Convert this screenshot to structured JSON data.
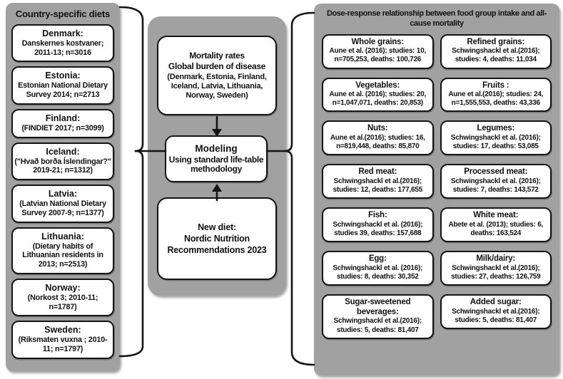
{
  "colors": {
    "panel_gray": "#a1a1a1",
    "box_border": "#141414",
    "box_bg": "#ffffff"
  },
  "left_panel": {
    "title": "Country-specific diets",
    "items": [
      {
        "title": "Denmark:",
        "detail": "Danskernes kostvaner; 2011-13; n=3016"
      },
      {
        "title": "Estonia:",
        "detail": "Estonian National Dietary Survey 2014; n=2713"
      },
      {
        "title": "Finland:",
        "detail": "(FINDIET 2017; n=3099)"
      },
      {
        "title": "Iceland:",
        "detail": "(\"Hvað borða Íslendingar?\" 2019-21; n=1312)"
      },
      {
        "title": "Latvia:",
        "detail": "(Latvian National Dietary Survey 2007-9; n=1377)"
      },
      {
        "title": "Lithuania:",
        "detail": "(Dietary habits of Lithuanian residents in 2013; n=2513)"
      },
      {
        "title": "Norway:",
        "detail": "(Norkost 3; 2010-11; n=1787)"
      },
      {
        "title": "Sweden:",
        "detail": "(Riksmaten vuxna ; 2010-11; n=1797)"
      }
    ]
  },
  "center": {
    "mortality_box": {
      "line1": "Mortality rates",
      "line2": "Global burden of disease",
      "line3": "(Denmark, Estonia, Finland, Iceland, Latvia, Lithuania, Norway, Sweden)"
    },
    "modeling_box": {
      "title": "Modeling",
      "subtitle": "Using standard life-table methodology"
    },
    "new_diet_box": {
      "line1": "New diet:",
      "line2": "Nordic Nutrition",
      "line3": "Recommendations 2023"
    }
  },
  "right_panel": {
    "title": "Dose-response relationship between food group intake and all-cause mortality",
    "left_column": [
      {
        "title": "Whole grains:",
        "detail": "Aune et al. (2016); studies: 10, n=705,253, deaths: 100,726"
      },
      {
        "title": "Vegetables:",
        "detail": "Aune et al. (2016); studies: 20, n=1,047,071, deaths: 20,853)"
      },
      {
        "title": "Nuts:",
        "detail": "Aune et al.(2016); studies: 16, n=819,448, deaths: 85,870"
      },
      {
        "title": "Red meat:",
        "detail": "Schwingshackl et al.(2016); studies: 12, deaths: 177,655"
      },
      {
        "title": "Fish:",
        "detail": "Schwingshackl et al. (2016); studies 39, deaths: 157,688"
      },
      {
        "title": "Egg:",
        "detail": "Schwingshackl et al. (2016); studies: 8, deaths: 30,352"
      },
      {
        "title": "Sugar-sweetened beverages:",
        "detail": "Schwingshackl et al.(2016); studies: 5, deaths: 81,407"
      }
    ],
    "right_column": [
      {
        "title": "Refined grains:",
        "detail": "Schwingshackl et al.(2016); studies: 4, deaths: 11,034"
      },
      {
        "title": "Fruits :",
        "detail": "Aune et al.(2016); studies: 24, n=1,555,553, deaths: 43,336"
      },
      {
        "title": "Legumes:",
        "detail": "Schwingshackl et al. (2016); studies: 17, deaths: 53,085"
      },
      {
        "title": "Processed meat:",
        "detail": "Schwingshackl et al. (2016); studies: 7, deaths: 143,572"
      },
      {
        "title": "White meat:",
        "detail": "Abete et al. (2013); studies: 6, deaths: 163,524"
      },
      {
        "title": "Milk/dairy:",
        "detail": "Schwingshackl et al.(2016); studies: 27, deaths: 126,759"
      },
      {
        "title": "Added sugar:",
        "detail": "Schwingshackl et al.(2016); studies: 5, deaths: 81,407"
      }
    ]
  }
}
